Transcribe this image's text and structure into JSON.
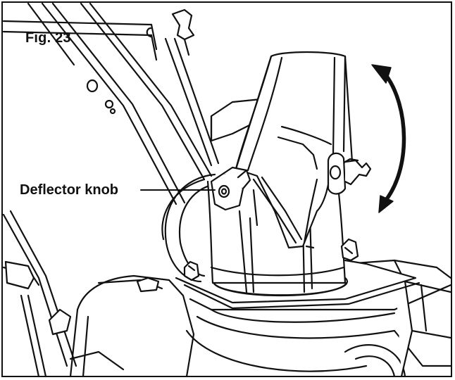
{
  "figure": {
    "label": "Fig. 23",
    "callouts": [
      {
        "text": "Deflector knob",
        "icon": "leader-line"
      }
    ],
    "line_color": "#111111",
    "background_color": "#ffffff"
  }
}
